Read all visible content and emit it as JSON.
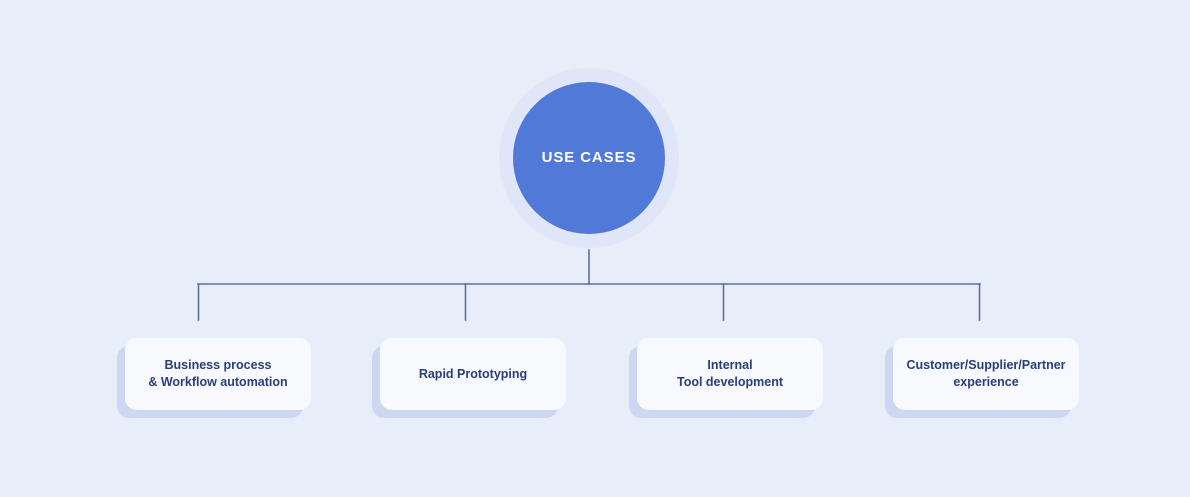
{
  "diagram": {
    "type": "hub-and-spoke",
    "background_color": "#e8edfa",
    "hub": {
      "label": "USE CASES",
      "fill_color": "#5079d8",
      "halo_color": "#dfe6f7",
      "text_color": "#ffffff"
    },
    "connector": {
      "color": "#5b6e9e"
    },
    "leaves": [
      {
        "label": "Business process\n& Workflow automation",
        "card_color": "#f7f9fd",
        "backdrop_color": "#ccd8f2",
        "text_color": "#2a3f7a"
      },
      {
        "label": "Rapid Prototyping",
        "card_color": "#f7f9fd",
        "backdrop_color": "#ccd8f2",
        "text_color": "#2a3f7a"
      },
      {
        "label": "Internal\nTool development",
        "card_color": "#f7f9fd",
        "backdrop_color": "#ccd8f2",
        "text_color": "#2a3f7a"
      },
      {
        "label": "Customer/Supplier/Partner\nexperience",
        "card_color": "#f7f9fd",
        "backdrop_color": "#ccd8f2",
        "text_color": "#2a3f7a"
      }
    ]
  }
}
